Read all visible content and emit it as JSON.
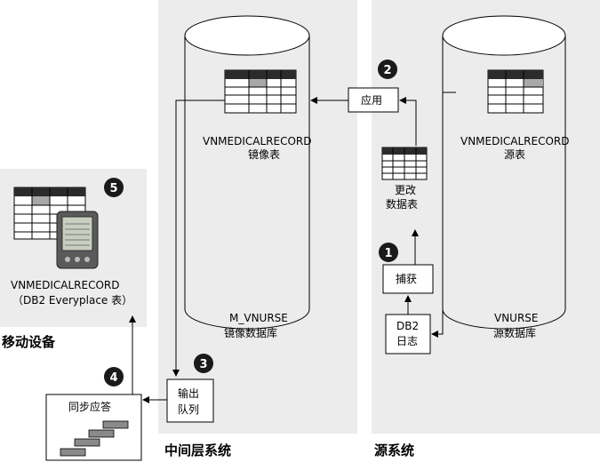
{
  "regions": {
    "mobile": {
      "title": "移动设备"
    },
    "middle": {
      "title": "中间层系统"
    },
    "source": {
      "title": "源系统"
    }
  },
  "mirror_db": {
    "table_name": "VNMEDICALRECORD",
    "table_desc": "镜像表",
    "db_name": "M_VNURSE",
    "db_desc": "镜像数据库"
  },
  "source_db": {
    "table_name": "VNMEDICALRECORD",
    "table_desc": "源表",
    "db_name": "VNURSE",
    "db_desc": "源数据库"
  },
  "boxes": {
    "apply": "应用",
    "change_data_line1": "更改",
    "change_data_line2": "数据表",
    "capture": "捕获",
    "db2_log_line1": "DB2",
    "db2_log_line2": "日志",
    "output_queue_line1": "输出",
    "output_queue_line2": "队列",
    "sync": "同步应答"
  },
  "mobile_device": {
    "table_name": "VNMEDICALRECORD",
    "table_desc": "（DB2 Everyplace 表）"
  },
  "steps": [
    "1",
    "2",
    "3",
    "4",
    "5"
  ],
  "colors": {
    "panel": "#ececec",
    "cylinder": "#ececec",
    "grid_header": "#2b2b2b",
    "grid_highlight": "#a8a8a8",
    "marker": "#1a1a1a",
    "stair": "#8a8a8a"
  }
}
